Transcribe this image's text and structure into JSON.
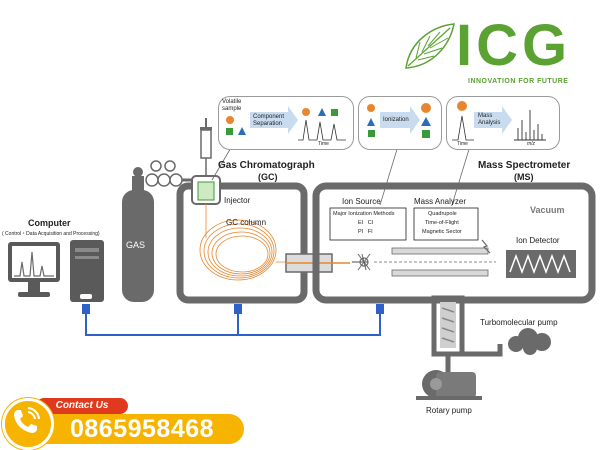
{
  "logo": {
    "text": "ICG",
    "tagline": "INNOVATION FOR FUTURE",
    "green": "#5aa232",
    "leaf_icon": "leaf-logo-icon"
  },
  "gc": {
    "title": "Gas Chromatograph",
    "abbr": "(GC)",
    "injector": "Injector",
    "column": "GC column"
  },
  "ms": {
    "title": "Mass Spectrometer",
    "abbr": "(MS)",
    "ion_source": "Ion Source",
    "ionization_header": "Major Ionization Methods",
    "ionization_row1": "EI   CI",
    "ionization_row2": "PI   FI",
    "mass_analyzer": "Mass Analyzer",
    "analyzer_1": "Quadrupole",
    "analyzer_2": "Time-of-Flight",
    "analyzer_3": "Magnetic Sector",
    "vacuum": "Vacuum",
    "detector": "Ion Detector"
  },
  "computer": {
    "title": "Computer",
    "subtitle": "( Control・Data Acquisition and Processing)"
  },
  "gas_label": "GAS",
  "pumps": {
    "turbo": "Turbomolecular pump",
    "rotary": "Rotary pump"
  },
  "bubbles": {
    "b1_sample": "Volatile sample",
    "b1_arrow": "Component Separation",
    "b1_time": "Time",
    "b2_arrow": "Ionization",
    "b3_arrow": "Mass Analysis",
    "b3_time": "Time",
    "b3_mz": "m/z"
  },
  "contact": {
    "label": "Contact Us",
    "phone": "0865958468",
    "phone_icon": "phone-icon"
  },
  "colors": {
    "frame": "#6a6a6a",
    "cable": "#2f62c8",
    "orange": "#e8862f",
    "blue": "#2a6db8",
    "green": "#3a9a3a"
  }
}
